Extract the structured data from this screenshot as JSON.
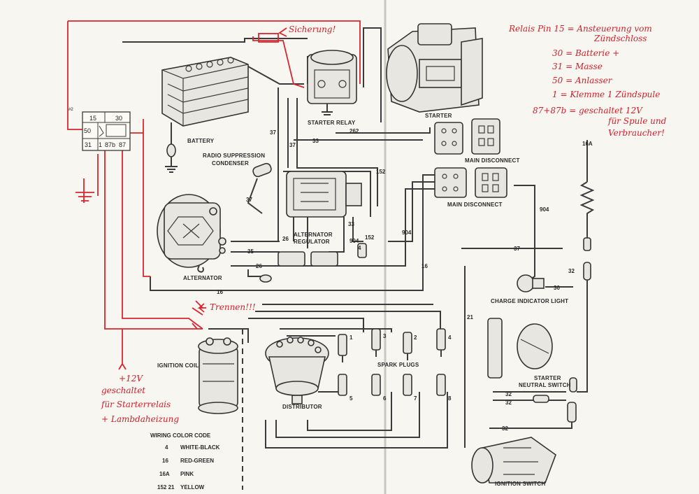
{
  "labels": {
    "battery": "BATTERY",
    "radio_suppression": "RADIO SUPPRESSION",
    "condenser": "CONDENSER",
    "starter_relay": "STARTER RELAY",
    "starter": "STARTER",
    "main_disconnect_1": "MAIN DISCONNECT",
    "main_disconnect_2": "MAIN DISCONNECT",
    "alternator_regulator_1": "ALTERNATOR",
    "alternator_regulator_2": "REGULATOR",
    "alternator": "ALTERNATOR",
    "charge_indicator_light": "CHARGE INDICATOR LIGHT",
    "ignition_coil": "IGNITION COIL",
    "distributor": "DISTRIBUTOR",
    "spark_plugs": "SPARK PLUGS",
    "starter_neutral_switch_1": "STARTER",
    "starter_neutral_switch_2": "NEUTRAL SWITCH",
    "ignition_switch": "IGNITION SWITCH"
  },
  "relay": {
    "pin_15": "15",
    "pin_30": "30",
    "pin_50": "50",
    "pin_31": "31",
    "pin_1": "1",
    "pin_87b": "87b",
    "pin_87": "87",
    "relay_tag": "#2"
  },
  "wire_numbers": {
    "w262": "262",
    "w33": "33",
    "w37a": "37",
    "w37b": "37",
    "w37c": "37",
    "w37d": "37",
    "w152a": "152",
    "w152b": "152",
    "w35": "35",
    "w26a": "26",
    "w26b": "26",
    "w904a": "904",
    "w904b": "904",
    "w904c": "904",
    "w16a": "16",
    "w16b": "16",
    "w4": "4",
    "w16A": "16A",
    "w32a": "32",
    "w32b": "32",
    "w32c": "32",
    "w32d": "32",
    "w30": "30",
    "w21": "21",
    "w33b": "33"
  },
  "plug_numbers": [
    "1",
    "3",
    "2",
    "4",
    "5",
    "6",
    "7",
    "8"
  ],
  "color_code": {
    "heading": "WIRING  COLOR CODE",
    "rows": [
      {
        "num": "4",
        "color": "WHITE-BLACK"
      },
      {
        "num": "16",
        "color": "RED-GREEN"
      },
      {
        "num": "16A",
        "color": "PINK"
      },
      {
        "num": "152  21",
        "color": "YELLOW"
      }
    ]
  },
  "annotations": {
    "sicherung": "Sicherung!",
    "trennen": "Trennen!!!",
    "legend_lines": [
      "Relais Pin 15 = Ansteuerung vom",
      "Zündschloss",
      "30 = Batterie +",
      "31 = Masse",
      "50 = Anlasser",
      "1 = Klemme 1 Zündspule",
      "87+87b = geschaltet 12V",
      "für Spule und",
      "Verbraucher!"
    ],
    "left_note_lines": [
      "+12V",
      "geschaltet",
      "für Starterrelais",
      "+ Lambdaheizung"
    ]
  },
  "colors": {
    "ink": "#3b3b3b",
    "annotation_red": "#d8262e",
    "paper": "#f7f6f1"
  }
}
